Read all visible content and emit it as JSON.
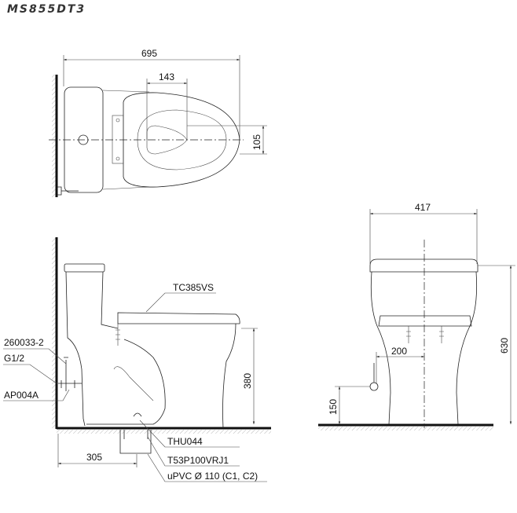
{
  "title": "MS855DT3",
  "top_view": {
    "overall_length": "695",
    "bowl_offset": "143",
    "offset_105": "105"
  },
  "side_view": {
    "seat_model": "TC385VS",
    "hose_model": "260033-2",
    "thread": "G1/2",
    "valve_model": "AP004A",
    "rim_height": "380",
    "rough_in": "305",
    "flange_model": "THU044",
    "adapter_model": "T53P100VRJ1",
    "pipe": "uPVC Ø 110 (C1, C2)"
  },
  "front_view": {
    "width": "417",
    "height": "630",
    "supply_offset": "200",
    "supply_height": "150"
  }
}
